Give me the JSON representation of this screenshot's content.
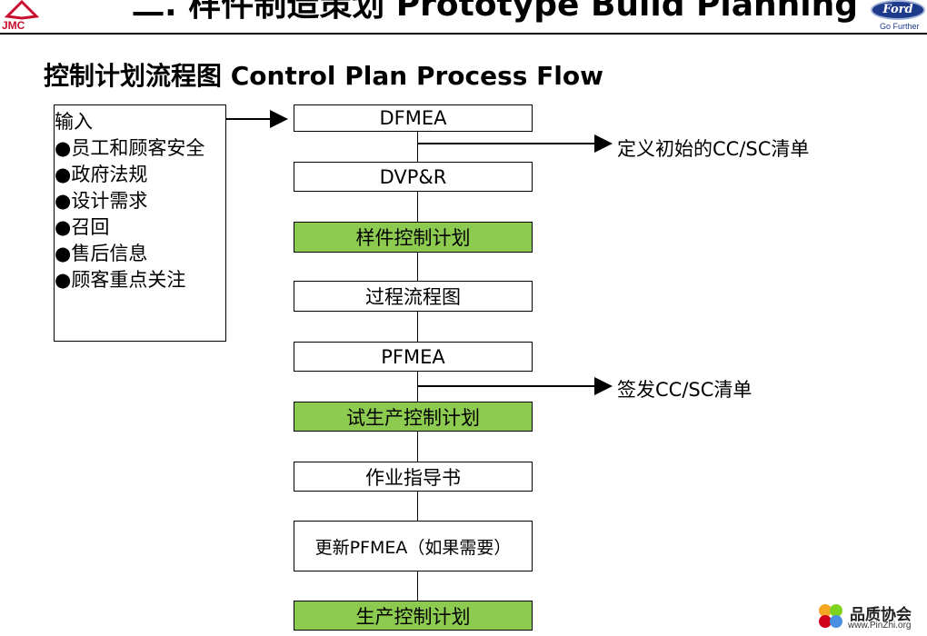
{
  "header": {
    "title": "二. 样件制造策划 Prototype Build Planning",
    "left_logo_text": "JMC",
    "right_logo_text": "Ford",
    "right_logo_tagline": "Go Further"
  },
  "subtitle": "控制计划流程图 Control Plan Process Flow",
  "inputs": {
    "heading": "输入",
    "items": [
      "●员工和顾客安全",
      "●政府法规",
      "●设计需求",
      "●召回",
      "●售后信息",
      "●顾客重点关注"
    ]
  },
  "flow": {
    "steps": [
      {
        "label": "DFMEA",
        "highlight": false
      },
      {
        "label": "DVP&R",
        "highlight": false
      },
      {
        "label": "样件控制计划",
        "highlight": true
      },
      {
        "label": "过程流程图",
        "highlight": false
      },
      {
        "label": "PFMEA",
        "highlight": false
      },
      {
        "label": "试生产控制计划",
        "highlight": true
      },
      {
        "label": "作业指导书",
        "highlight": false
      },
      {
        "label": "更新PFMEA（如果需要）",
        "highlight": false
      },
      {
        "label": "生产控制计划",
        "highlight": true
      }
    ],
    "outputs": [
      {
        "label": "定义初始的CC/SC清单"
      },
      {
        "label": "签发CC/SC清单"
      }
    ],
    "highlight_color": "#8ccb4f"
  },
  "watermark": {
    "name": "品质协会",
    "url": "www.PinZhi.org"
  }
}
